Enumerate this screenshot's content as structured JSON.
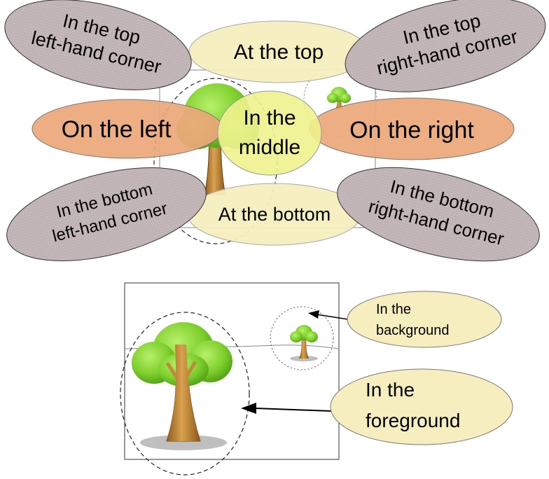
{
  "top_diagram": {
    "top_left": {
      "line1": "In the top",
      "line2": "left-hand corner"
    },
    "top": "At the top",
    "top_right": {
      "line1": "In the top",
      "line2": "right-hand corner"
    },
    "left": "On the left",
    "middle": {
      "line1": "In the",
      "line2": "middle"
    },
    "right": "On the right",
    "bottom_left": {
      "line1": "In the bottom",
      "line2": "left-hand corner"
    },
    "bottom": "At the bottom",
    "bottom_right": {
      "line1": "In the bottom",
      "line2": "right-hand corner"
    }
  },
  "bottom_diagram": {
    "background": {
      "line1": "In the",
      "line2": "background"
    },
    "foreground": {
      "line1": "In the",
      "line2": "foreground"
    }
  },
  "colors": {
    "grey_ellipse": "#c0b3b6",
    "cream_ellipse": "#f6eebf",
    "orange_ellipse": "#eba77a",
    "middle_ellipse": "#eef28d",
    "tree_foliage": "#7ecf2d",
    "tree_trunk": "#c08a38"
  }
}
